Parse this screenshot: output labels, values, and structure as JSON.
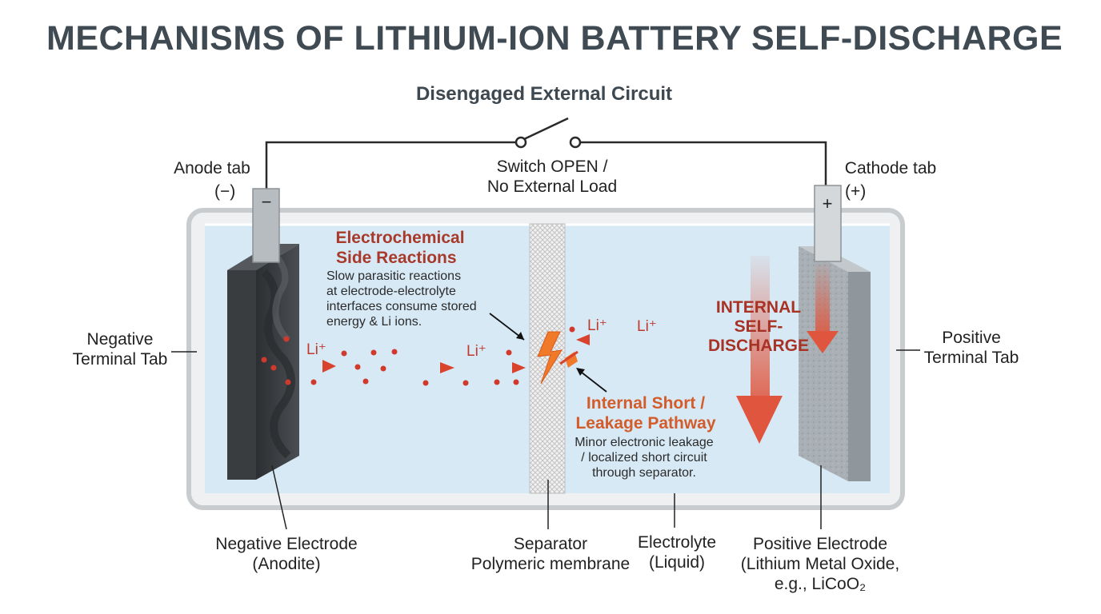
{
  "title": "MECHANISMS OF LITHIUM-ION BATTERY SELF-DISCHARGE",
  "circuit": {
    "heading": "Disengaged External Circuit",
    "switch_line1": "Switch OPEN /",
    "switch_line2": "No External Load"
  },
  "anode_tab": {
    "line1": "Anode tab",
    "line2": "(−)",
    "symbol": "−"
  },
  "cathode_tab": {
    "line1": "Cathode tab",
    "line2": "(+)",
    "symbol": "+"
  },
  "negative_terminal": {
    "line1": "Negative",
    "line2": "Terminal Tab"
  },
  "positive_terminal": {
    "line1": "Positive",
    "line2": "Terminal Tab"
  },
  "side_reactions": {
    "heading1": "Electrochemical",
    "heading2": "Side Reactions",
    "desc": [
      "Slow parasitic reactions",
      "at electrode-electrolyte",
      "interfaces consume stored",
      "energy & Li ions."
    ]
  },
  "internal_short": {
    "heading1": "Internal Short /",
    "heading2": "Leakage Pathway",
    "desc": [
      "Minor electronic leakage",
      "/ localized short circuit",
      "through separator."
    ]
  },
  "self_discharge": {
    "line1": "INTERNAL",
    "line2": "SELF-",
    "line3": "DISCHARGE"
  },
  "ion_label": "Li⁺",
  "negative_electrode": {
    "line1": "Negative Electrode",
    "line2": "(Anodite)"
  },
  "separator": {
    "line1": "Separator",
    "line2": "Polymeric membrane"
  },
  "electrolyte": {
    "line1": "Electrolyte",
    "line2": "(Liquid)"
  },
  "positive_electrode": {
    "line1": "Positive Electrode",
    "line2": "(Lithium Metal Oxide,",
    "line3": "e.g., LiCoO₂"
  },
  "colors": {
    "title": "#3f4a52",
    "electrolyte": "#d7e9f5",
    "casing": "#c9ccce",
    "anode": "#3a3d40",
    "cathode": "#9aa2a8",
    "ion": "#d0392b",
    "arrow": "#e0553d",
    "warning_red": "#a83224",
    "short_orange": "#d35c2a"
  },
  "icons": [
    "switch-open-icon",
    "lightning-spark-icon",
    "ion-arrow-icon",
    "discharge-arrow-icon"
  ]
}
